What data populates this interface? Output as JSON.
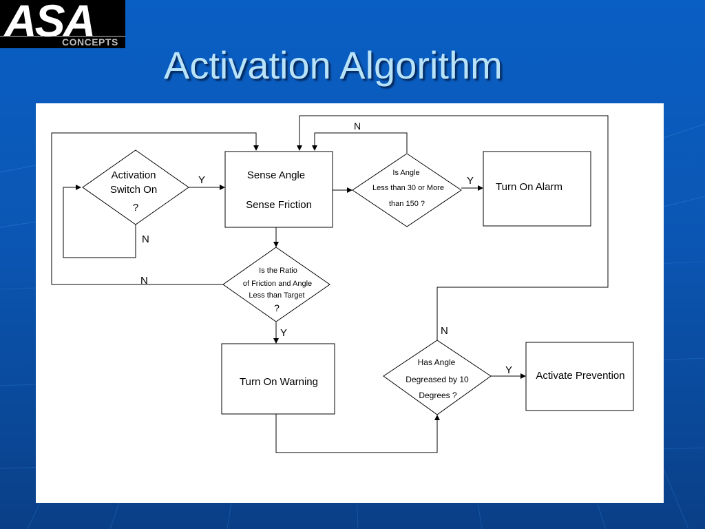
{
  "logo": {
    "main": "ASA",
    "sub": "CONCEPTS"
  },
  "slide": {
    "title": "Activation Algorithm"
  },
  "nodes": {
    "activation_switch": {
      "line1": "Activation",
      "line2": "Switch On",
      "line3": "?"
    },
    "sense": {
      "line1": "Sense Angle",
      "line2": "Sense Friction"
    },
    "angle_check": {
      "line1": "Is Angle",
      "line2": "Less than 30 or More",
      "line3": "than 150 ?"
    },
    "alarm": {
      "label": "Turn On Alarm"
    },
    "ratio_check": {
      "line1": "Is the Ratio",
      "line2": "of Friction and Angle",
      "line3": "Less than Target",
      "line4": "?"
    },
    "warning": {
      "label": "Turn On Warning"
    },
    "decrease_check": {
      "line1": "Has Angle",
      "line2": "Degreased by 10",
      "line3": "Degrees ?"
    },
    "prevention": {
      "label": "Activate Prevention"
    }
  },
  "edge_labels": {
    "switch_yes": "Y",
    "switch_no": "N",
    "angle_no": "N",
    "angle_yes": "Y",
    "ratio_no": "N",
    "ratio_yes": "Y",
    "decrease_no": "N",
    "decrease_yes": "Y"
  }
}
